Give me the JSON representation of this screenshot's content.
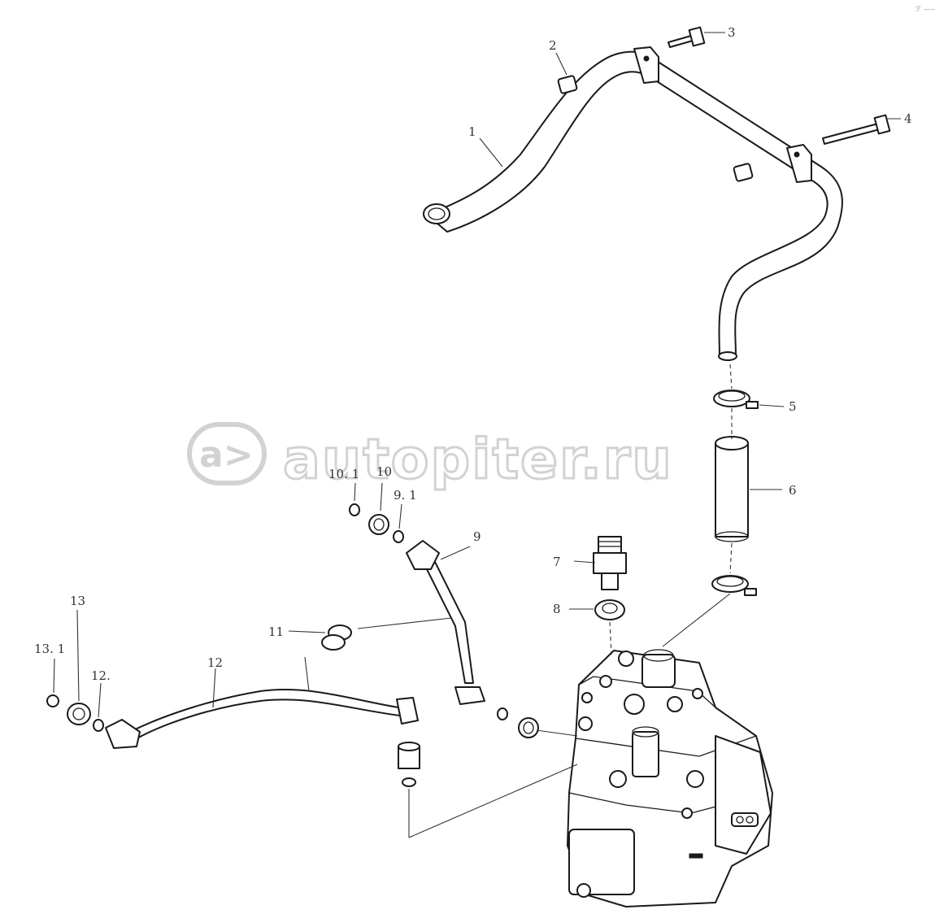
{
  "watermark": {
    "text": "autopiter.ru",
    "logo_glyph": "a>",
    "color": "#d2d2d2"
  },
  "corner_mark": "ℱ ——",
  "callouts": {
    "c1": "1",
    "c2": "2",
    "c3": "3",
    "c4": "4",
    "c5": "5",
    "c6": "6",
    "c7": "7",
    "c8": "8",
    "c9": "9",
    "c9_1": "9. 1",
    "c10": "10",
    "c10_1": "10. 1",
    "c11": "11",
    "c12": "12",
    "c12_1": "12.",
    "c13": "13",
    "c13_1": "13. 1"
  },
  "colors": {
    "line": "#1a1a1a",
    "background": "#ffffff"
  }
}
